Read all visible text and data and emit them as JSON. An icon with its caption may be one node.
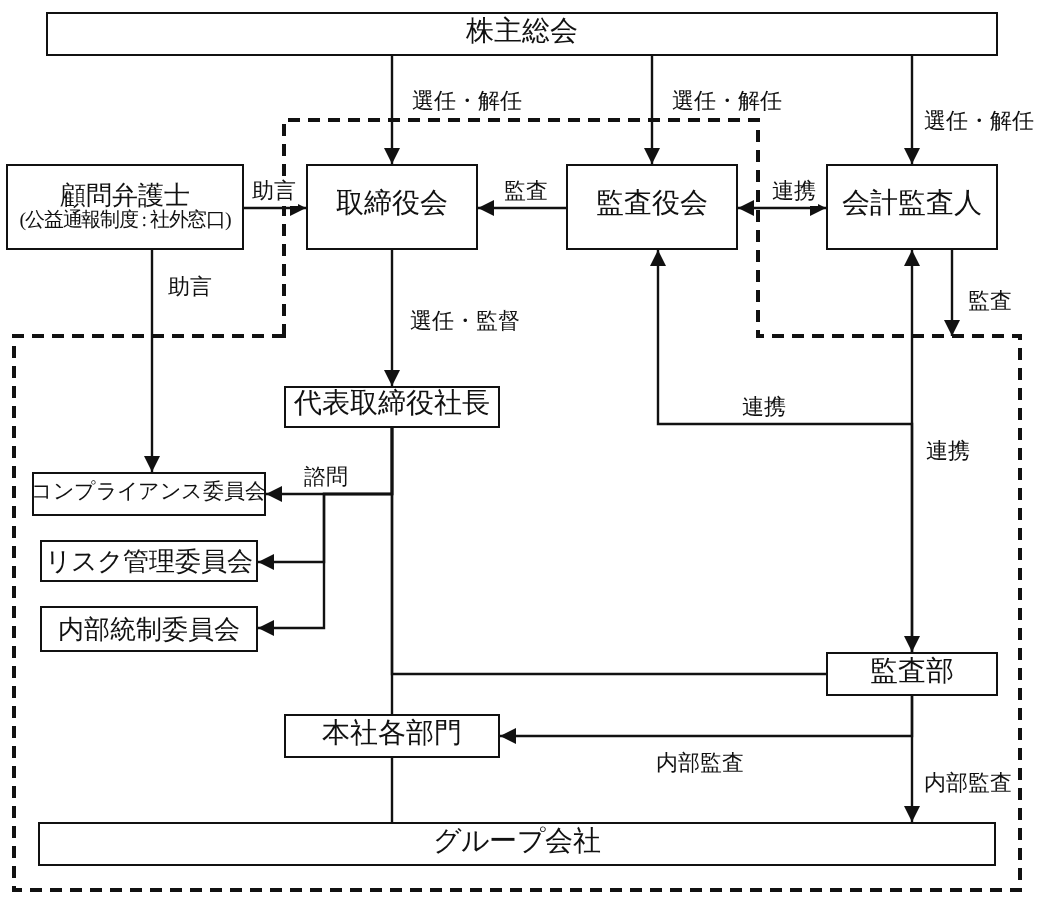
{
  "diagram": {
    "nodes": [
      {
        "text": [
          "株主総会"
        ]
      },
      {
        "text": [
          "顧問弁護士",
          "(公益通報制度 : 社外窓口)"
        ]
      },
      {
        "text": [
          "取締役会"
        ]
      },
      {
        "text": [
          "監査役会"
        ]
      },
      {
        "text": [
          "会計監査人"
        ]
      },
      {
        "text": [
          "代表取締役社長"
        ]
      },
      {
        "text": [
          "コンプライアンス委員会"
        ]
      },
      {
        "text": [
          "リスク管理委員会"
        ]
      },
      {
        "text": [
          "内部統制委員会"
        ]
      },
      {
        "text": [
          "監査部"
        ]
      },
      {
        "text": [
          "本社各部門"
        ]
      },
      {
        "text": [
          "グループ会社"
        ]
      }
    ],
    "edges": [
      {
        "from": 0,
        "to": 2,
        "arrow": "to",
        "label": "選任・解任"
      },
      {
        "from": 0,
        "to": 3,
        "arrow": "to",
        "label": "選任・解任"
      },
      {
        "from": 0,
        "to": 4,
        "arrow": "to",
        "label": "選任・解任"
      },
      {
        "from": 1,
        "to": 2,
        "arrow": "to",
        "label": "助言"
      },
      {
        "from": 1,
        "to": 6,
        "arrow": "to",
        "label": "助言"
      },
      {
        "from": 3,
        "to": 2,
        "arrow": "to",
        "label": "監査"
      },
      {
        "from": 3,
        "to": 4,
        "arrow": "both",
        "label": "連携"
      },
      {
        "from": 4,
        "to": null,
        "arrow": "to",
        "label": "監査"
      },
      {
        "from": 2,
        "to": 5,
        "arrow": "to",
        "label": "選任・監督"
      },
      {
        "from": 5,
        "to": 6,
        "arrow": "to",
        "label": "諮問"
      },
      {
        "from": 5,
        "to": 7,
        "arrow": "to"
      },
      {
        "from": 5,
        "to": 8,
        "arrow": "to"
      },
      {
        "from": 9,
        "to": 3,
        "arrow": "to",
        "label": "連携"
      },
      {
        "from": 4,
        "to": 9,
        "arrow": "both",
        "label": "連携"
      },
      {
        "from": 9,
        "to": 5,
        "arrow": "none"
      },
      {
        "from": 5,
        "to": 10,
        "arrow": "none"
      },
      {
        "from": 10,
        "to": 11,
        "arrow": "none"
      },
      {
        "from": 9,
        "to": 10,
        "arrow": "to",
        "label": "内部監査"
      },
      {
        "from": 9,
        "to": 11,
        "arrow": "to",
        "label": "内部監査"
      }
    ]
  }
}
